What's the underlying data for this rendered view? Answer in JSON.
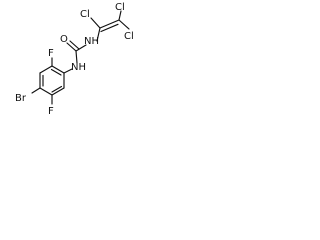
{
  "molecule": {
    "atoms": {
      "cl_top_left": "Cl",
      "cl_top_right": "Cl",
      "cl_right": "Cl",
      "nh_top": "NH",
      "o": "O",
      "nh_bottom": "NH",
      "f_top": "F",
      "f_bottom": "F",
      "br": "Br"
    }
  }
}
